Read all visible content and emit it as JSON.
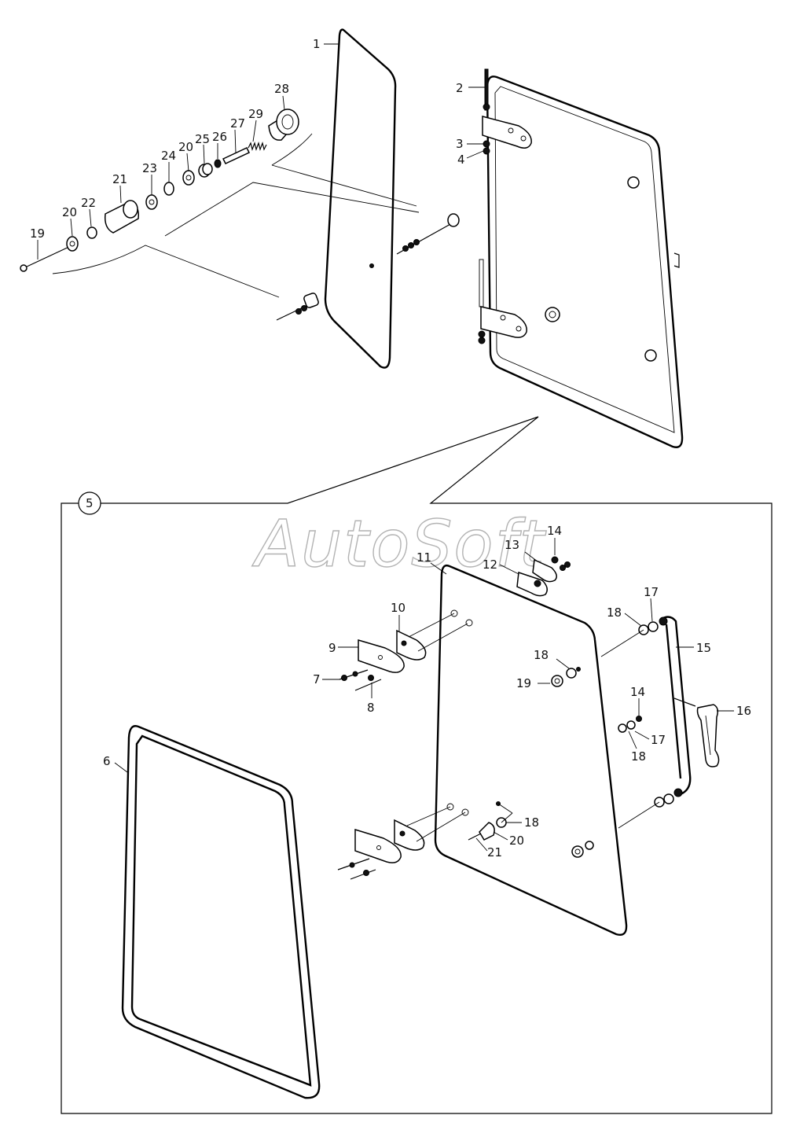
{
  "watermark": "AutoSoft",
  "callouts": [
    {
      "id": "c1",
      "text": "1"
    },
    {
      "id": "c2",
      "text": "2"
    },
    {
      "id": "c3",
      "text": "3"
    },
    {
      "id": "c4",
      "text": "4"
    },
    {
      "id": "c19a",
      "text": "19"
    },
    {
      "id": "c20a",
      "text": "20"
    },
    {
      "id": "c22",
      "text": "22"
    },
    {
      "id": "c21a",
      "text": "21"
    },
    {
      "id": "c23",
      "text": "23"
    },
    {
      "id": "c24",
      "text": "24"
    },
    {
      "id": "c20b",
      "text": "20"
    },
    {
      "id": "c25",
      "text": "25"
    },
    {
      "id": "c26",
      "text": "26"
    },
    {
      "id": "c27",
      "text": "27"
    },
    {
      "id": "c29",
      "text": "29"
    },
    {
      "id": "c28",
      "text": "28"
    },
    {
      "id": "c5",
      "text": "5"
    },
    {
      "id": "c14a",
      "text": "14"
    },
    {
      "id": "c13",
      "text": "13"
    },
    {
      "id": "c12",
      "text": "12"
    },
    {
      "id": "c11",
      "text": "11"
    },
    {
      "id": "c10",
      "text": "10"
    },
    {
      "id": "c9",
      "text": "9"
    },
    {
      "id": "c7",
      "text": "7"
    },
    {
      "id": "c8",
      "text": "8"
    },
    {
      "id": "c17a",
      "text": "17"
    },
    {
      "id": "c18a",
      "text": "18"
    },
    {
      "id": "c15",
      "text": "15"
    },
    {
      "id": "c18b",
      "text": "18"
    },
    {
      "id": "c19b",
      "text": "19"
    },
    {
      "id": "c14b",
      "text": "14"
    },
    {
      "id": "c16",
      "text": "16"
    },
    {
      "id": "c17b",
      "text": "17"
    },
    {
      "id": "c18c",
      "text": "18"
    },
    {
      "id": "c6",
      "text": "6"
    },
    {
      "id": "c18d",
      "text": "18"
    },
    {
      "id": "c20c",
      "text": "20"
    },
    {
      "id": "c21b",
      "text": "21"
    }
  ]
}
